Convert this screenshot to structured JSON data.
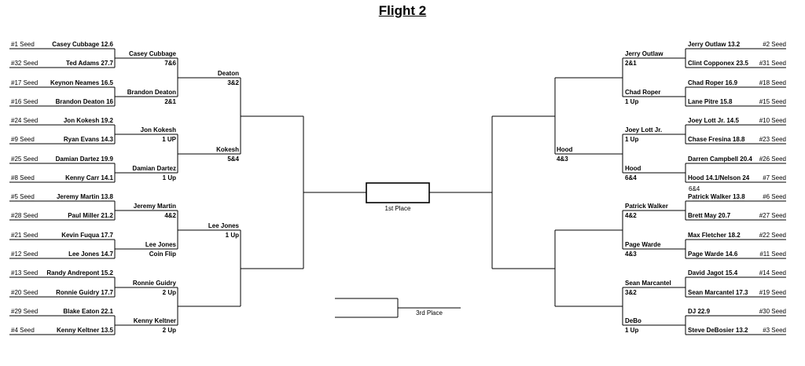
{
  "title": "Flight 2",
  "champion_label": "1st Place",
  "third_label": "3rd Place",
  "left": {
    "seeds": [
      {
        "seed": "#1 Seed",
        "player": "Casey Cubbage 12.6"
      },
      {
        "seed": "#32 Seed",
        "player": "Ted Adams 27.7"
      },
      {
        "seed": "#17 Seed",
        "player": "Keynon Neames 16.5"
      },
      {
        "seed": "#16 Seed",
        "player": "Brandon Deaton 16"
      },
      {
        "seed": "#24 Seed",
        "player": "Jon Kokesh 19.2"
      },
      {
        "seed": "#9 Seed",
        "player": "Ryan Evans 14.3"
      },
      {
        "seed": "#25 Seed",
        "player": "Damian Dartez 19.9"
      },
      {
        "seed": "#8 Seed",
        "player": "Kenny Carr 14.1"
      },
      {
        "seed": "#5 Seed",
        "player": "Jeremy Martin 13.8"
      },
      {
        "seed": "#28 Seed",
        "player": "Paul Miller 21.2"
      },
      {
        "seed": "#21 Seed",
        "player": "Kevin Fuqua 17.7"
      },
      {
        "seed": "#12 Seed",
        "player": "Lee Jones 14.7"
      },
      {
        "seed": "#13 Seed",
        "player": "Randy Andrepont 15.2"
      },
      {
        "seed": "#20 Seed",
        "player": "Ronnie Guidry 17.7"
      },
      {
        "seed": "#29 Seed",
        "player": "Blake Eaton 22.1"
      },
      {
        "seed": "#4 Seed",
        "player": "Kenny Keltner 13.5"
      }
    ],
    "round2": [
      {
        "winner": "Casey Cubbage",
        "score": "7&6"
      },
      {
        "winner": "Brandon Deaton",
        "score": "2&1"
      },
      {
        "winner": "Jon Kokesh",
        "score": "1 UP"
      },
      {
        "winner": "Damian Dartez",
        "score": "1 Up"
      },
      {
        "winner": "Jeremy Martin",
        "score": "4&2"
      },
      {
        "winner": "Lee Jones",
        "score": "Coin Flip"
      },
      {
        "winner": "Ronnie Guidry",
        "score": "2 Up"
      },
      {
        "winner": "Kenny Keltner",
        "score": "2 Up"
      }
    ],
    "round3": [
      {
        "winner": "Deaton",
        "score": "3&2"
      },
      {
        "winner": "Kokesh",
        "score": "5&4"
      },
      {
        "winner": "Lee Jones",
        "score": "1 Up"
      },
      {
        "winner": "",
        "score": ""
      }
    ]
  },
  "right": {
    "seeds": [
      {
        "seed": "#2 Seed",
        "player": "Jerry Outlaw 13.2"
      },
      {
        "seed": "#31 Seed",
        "player": "Clint Copponex 23.5"
      },
      {
        "seed": "#18 Seed",
        "player": "Chad Roper 16.9"
      },
      {
        "seed": "#15 Seed",
        "player": "Lane Pitre 15.8"
      },
      {
        "seed": "#10 Seed",
        "player": "Joey Lott Jr. 14.5"
      },
      {
        "seed": "#23 Seed",
        "player": "Chase Fresina 18.8"
      },
      {
        "seed": "#26 Seed",
        "player": "Darren Campbell 20.4"
      },
      {
        "seed": "#7 Seed",
        "player": "Hood 14.1/Nelson 24"
      },
      {
        "seed": "#6 Seed",
        "player": "Patrick Walker 13.8"
      },
      {
        "seed": "#27 Seed",
        "player": "Brett May 20.7"
      },
      {
        "seed": "#22 Seed",
        "player": "Max Fletcher 18.2"
      },
      {
        "seed": "#11 Seed",
        "player": "Page Warde 14.6"
      },
      {
        "seed": "#14 Seed",
        "player": "David Jagot 15.4"
      },
      {
        "seed": "#19 Seed",
        "player": "Sean Marcantel 17.3"
      },
      {
        "seed": "#30 Seed",
        "player": "DJ 22.9"
      },
      {
        "seed": "#3 Seed",
        "player": "Steve DeBosier 13.2"
      }
    ],
    "round2": [
      {
        "winner": "Jerry Outlaw",
        "score": "2&1"
      },
      {
        "winner": "Chad Roper",
        "score": "1 Up"
      },
      {
        "winner": "Joey Lott Jr.",
        "score": "1 Up"
      },
      {
        "winner": "Hood",
        "score": "6&4"
      },
      {
        "winner": "Patrick Walker",
        "score": "4&2"
      },
      {
        "winner": "Page Warde",
        "score": "4&3"
      },
      {
        "winner": "Sean Marcantel",
        "score": "3&2"
      },
      {
        "winner": "DeBo",
        "score": "1 Up"
      }
    ],
    "round3": [
      {
        "winner": "",
        "score": ""
      },
      {
        "winner": "Hood",
        "score": "4&3"
      },
      {
        "winner": "",
        "score": ""
      },
      {
        "winner": "",
        "score": ""
      }
    ],
    "extra_note": "6&4"
  }
}
